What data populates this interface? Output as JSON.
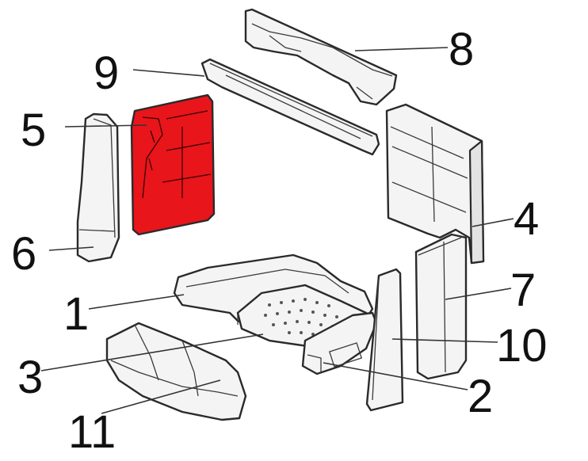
{
  "diagram": {
    "highlight_color": "#e8151b",
    "highlighted_part": "5",
    "callouts": [
      "8",
      "9",
      "5",
      "6",
      "4",
      "7",
      "1",
      "10",
      "3",
      "2",
      "11"
    ]
  }
}
